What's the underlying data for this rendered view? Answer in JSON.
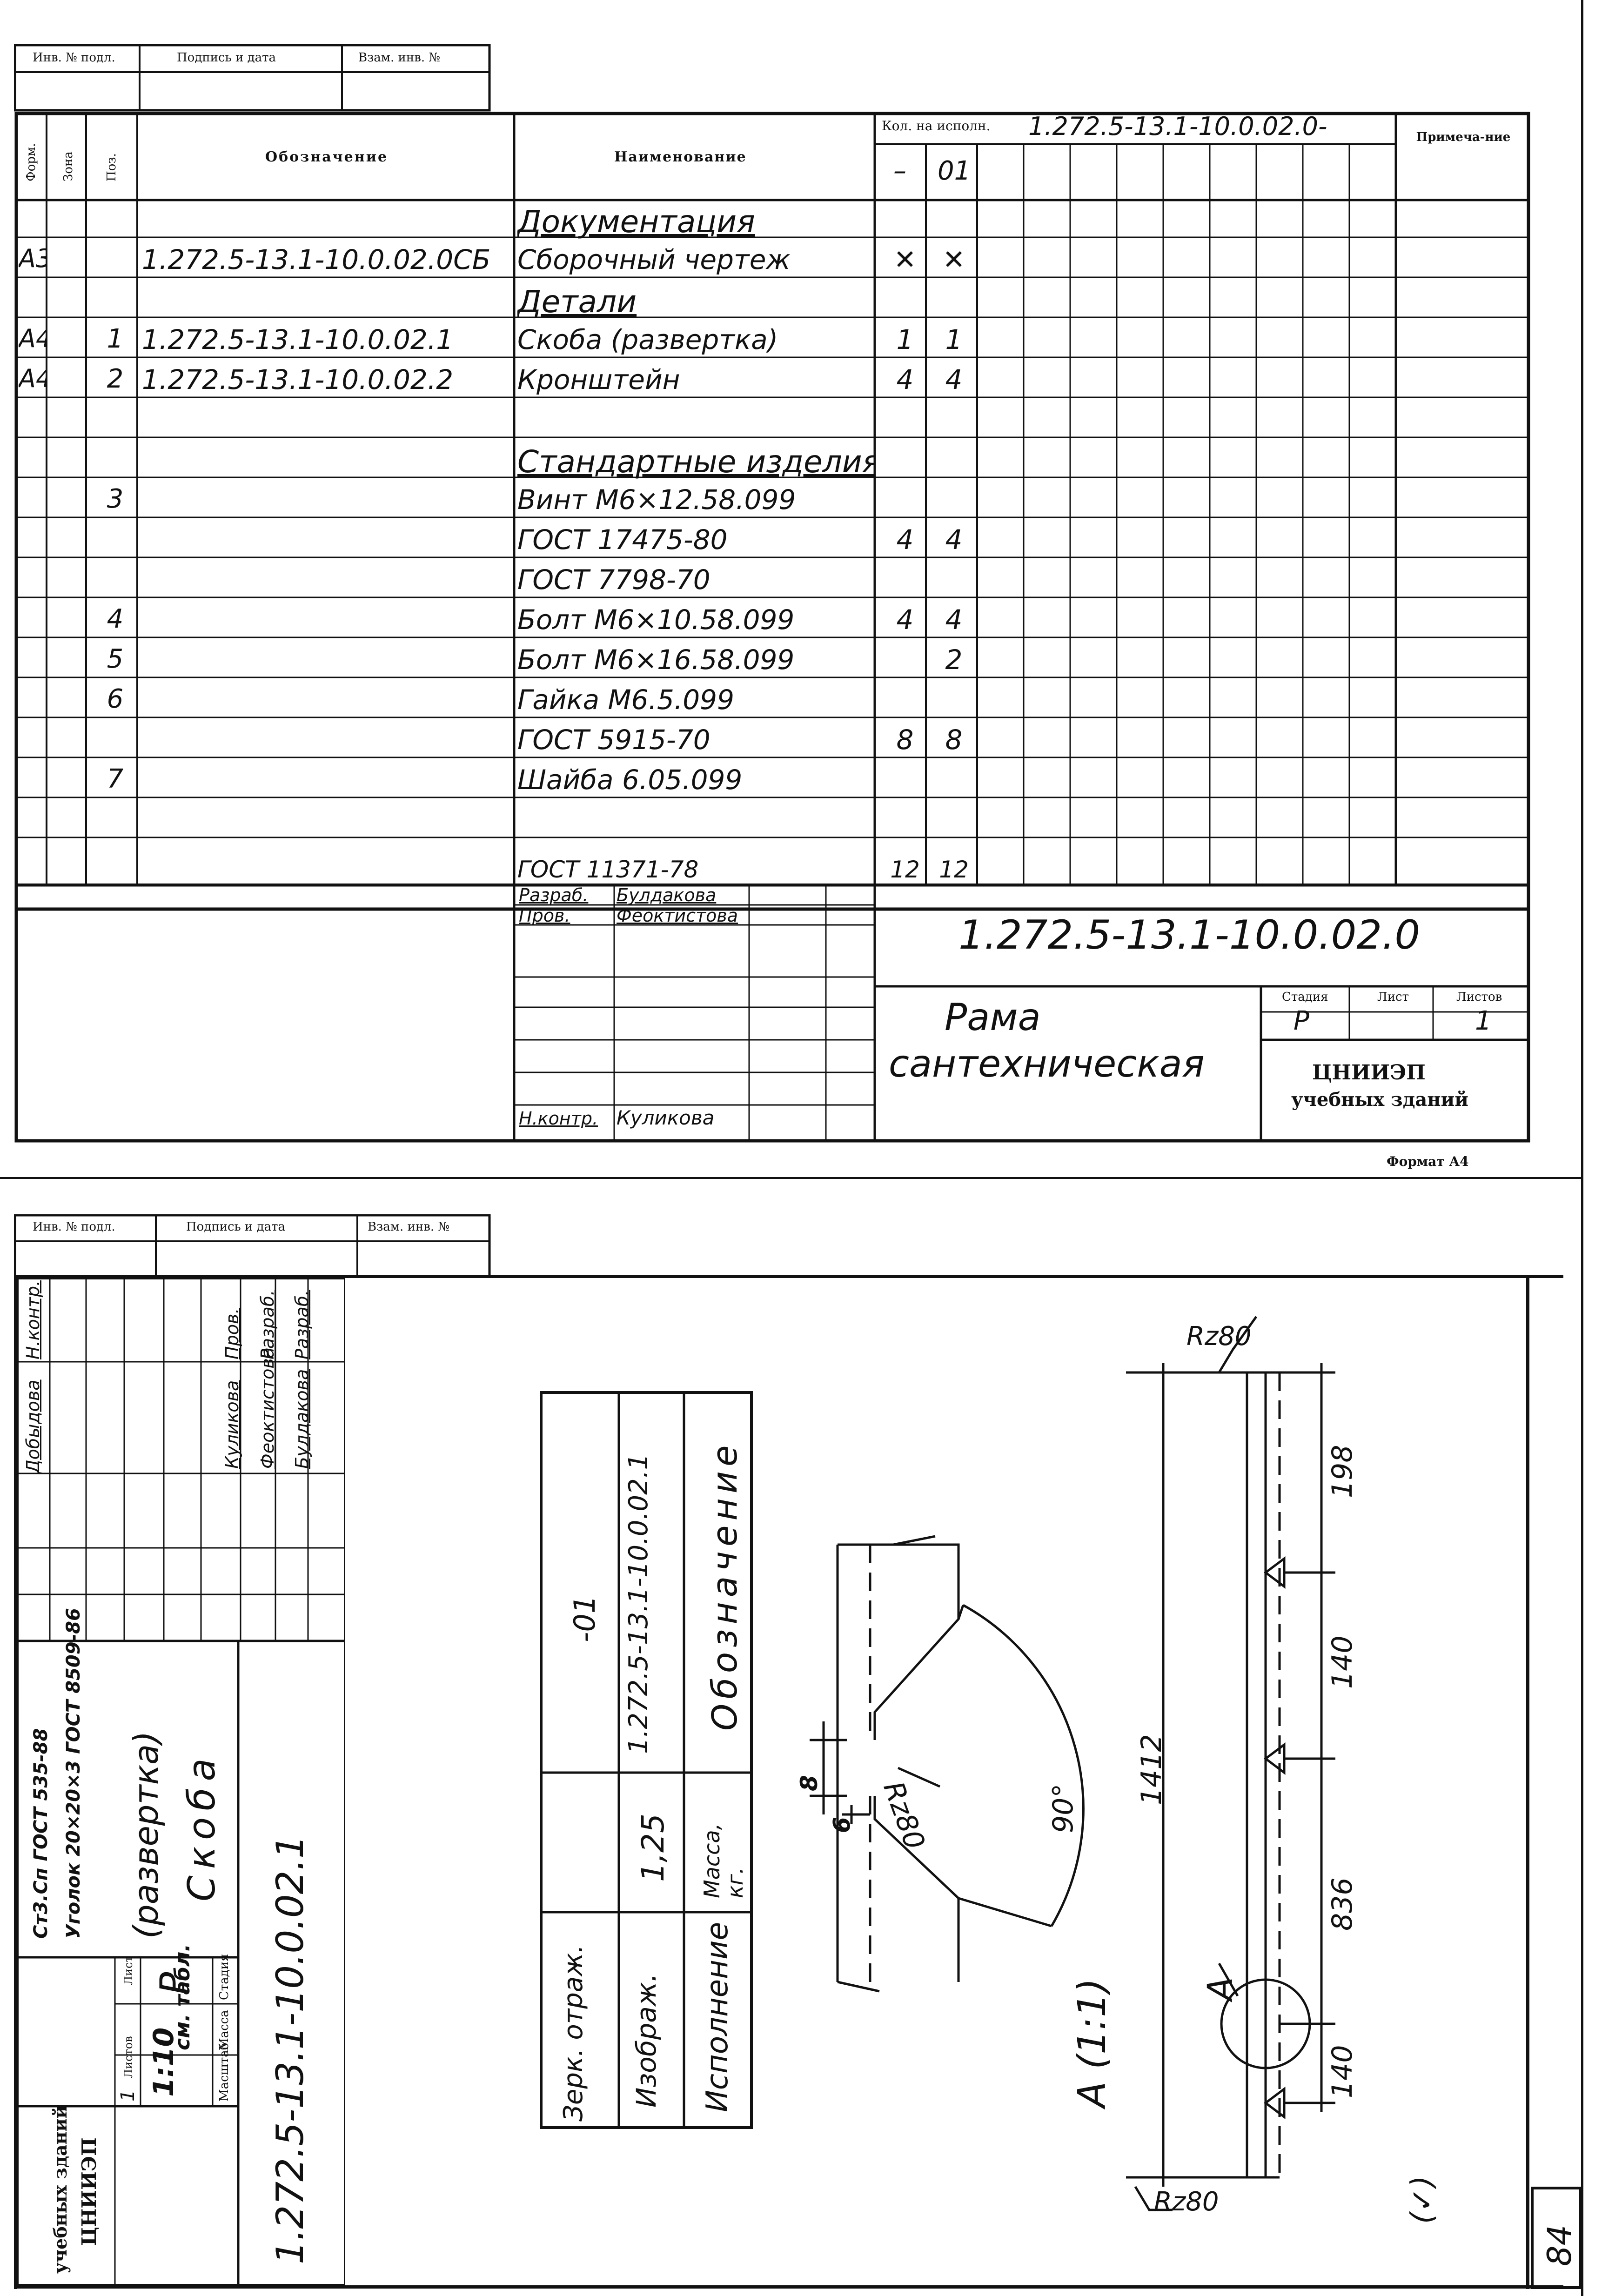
{
  "sheet1": {
    "top_header": {
      "inv_no": "Инв. № подл.",
      "signature_date": "Подпись и дата",
      "replaced_inv": "Взам. инв. №"
    },
    "columns": {
      "format": "Форм.",
      "zone": "Зона",
      "pos": "Поз.",
      "designation": "Обозначение",
      "name": "Наименование",
      "qty_label": "Кол. на исполн.",
      "qty_code": "1.272.5-13.1-10.0.02.0-",
      "qty_col1": "–",
      "qty_col2": "01",
      "notes": "Примеча-ние"
    },
    "rows": [
      {
        "format": "",
        "pos": "",
        "designation": "",
        "name": "Документация",
        "q1": "",
        "q2": ""
      },
      {
        "format": "А3",
        "pos": "",
        "designation": "1.272.5-13.1-10.0.02.0СБ",
        "name": "Сборочный чертеж",
        "q1": "✕",
        "q2": "✕"
      },
      {
        "format": "",
        "pos": "",
        "designation": "",
        "name": "Детали",
        "q1": "",
        "q2": ""
      },
      {
        "format": "А4",
        "pos": "1",
        "designation": "1.272.5-13.1-10.0.02.1",
        "name": "Скоба (развертка)",
        "q1": "1",
        "q2": "1"
      },
      {
        "format": "А4",
        "pos": "2",
        "designation": "1.272.5-13.1-10.0.02.2",
        "name": "Кронштейн",
        "q1": "4",
        "q2": "4"
      },
      {
        "format": "",
        "pos": "",
        "designation": "",
        "name": "",
        "q1": "",
        "q2": ""
      },
      {
        "format": "",
        "pos": "",
        "designation": "",
        "name": "Стандартные изделия",
        "q1": "",
        "q2": ""
      },
      {
        "format": "",
        "pos": "3",
        "designation": "",
        "name": "Винт М6×12.58.099",
        "q1": "",
        "q2": ""
      },
      {
        "format": "",
        "pos": "",
        "designation": "",
        "name": "ГОСТ 17475-80",
        "q1": "4",
        "q2": "4"
      },
      {
        "format": "",
        "pos": "",
        "designation": "",
        "name": "ГОСТ 7798-70",
        "q1": "",
        "q2": ""
      },
      {
        "format": "",
        "pos": "4",
        "designation": "",
        "name": "Болт М6×10.58.099",
        "q1": "4",
        "q2": "4"
      },
      {
        "format": "",
        "pos": "5",
        "designation": "",
        "name": "Болт М6×16.58.099",
        "q1": "",
        "q2": "2"
      },
      {
        "format": "",
        "pos": "6",
        "designation": "",
        "name": "Гайка М6.5.099",
        "q1": "",
        "q2": ""
      },
      {
        "format": "",
        "pos": "",
        "designation": "",
        "name": "ГОСТ 5915-70",
        "q1": "8",
        "q2": "8"
      },
      {
        "format": "",
        "pos": "7",
        "designation": "",
        "name": "Шайба 6.05.099",
        "q1": "",
        "q2": ""
      },
      {
        "format": "",
        "pos": "",
        "designation": "",
        "name": "ГОСТ 11371-78",
        "q1": "12",
        "q2": "12"
      }
    ],
    "title_block": {
      "razrab_label": "Разраб.",
      "razrab_name": "Булдакова",
      "prov_label": "Пров.",
      "prov_name": "Феоктистова",
      "nkontr_label": "Н.контр.",
      "nkontr_name": "Куликова",
      "doc_number": "1.272.5-13.1-10.0.02.0",
      "title_line1": "Рама",
      "title_line2": "сантехническая",
      "stage_label": "Стадия",
      "sheet_label": "Лист",
      "sheets_label": "Листов",
      "stage_value": "Р",
      "sheets_value": "1",
      "org_line1": "ЦНИИЭП",
      "org_line2": "учебных зданий"
    },
    "format_label": "Формат А4"
  },
  "sheet2": {
    "top_header": {
      "inv_no": "Инв. № подл.",
      "signature_date": "Подпись и дата",
      "replaced_inv": "Взам. инв. №"
    },
    "title_block": {
      "razrab_label": "Разраб.",
      "razrab_name": "Булдакова",
      "razrab2_label": "Разраб.",
      "razrab2_name": "Феоктистова",
      "prov_label": "Пров.",
      "prov_name": "Куликова",
      "nkontr_label": "Н.контр.",
      "nkontr_name": "Добыдова",
      "doc_number": "1.272.5-13.1-10.0.02.1",
      "title_line1": "Скоба",
      "title_line2": "(развертка)",
      "material_line1": "Уголок 20×20×3 ГОСТ 8509-86",
      "material_line2": "Ст3.Сп ГОСТ 535-88",
      "stage_label": "Стадия",
      "mass_label": "Масса",
      "scale_label": "Масштаб",
      "stage_value": "Р",
      "mass_value": "см. табл.",
      "scale_value": "1:10",
      "sheet_label": "Лист",
      "sheets_label": "Листов",
      "sheets_value": "1",
      "org_line1": "ЦНИИЭП",
      "org_line2": "учебных зданий"
    },
    "variant_table": {
      "col1_header": "Обозначение",
      "col2_header": "Масса, кг.",
      "col3_header": "Исполнение",
      "r1_designation": "1.272.5-13.1-10.0.02.1",
      "r2_designation": "-01",
      "r1_mass": "1,25",
      "r1_variant": "Изображ.",
      "r2_variant": "Зерк. отраж."
    },
    "detail_view": {
      "label": "А (1:1)",
      "angle": "90°",
      "roughness": "Rz80",
      "dim1": "8",
      "dim2": "6"
    },
    "part_view": {
      "roughness_top": "Rz80",
      "roughness_bottom": "Rz80",
      "dim_total": "1412",
      "dim_a": "198",
      "dim_b": "140",
      "dim_c": "836",
      "dim_d": "140",
      "callout": "А",
      "roughness_symbol": "(✓)"
    },
    "page_number": "84"
  }
}
